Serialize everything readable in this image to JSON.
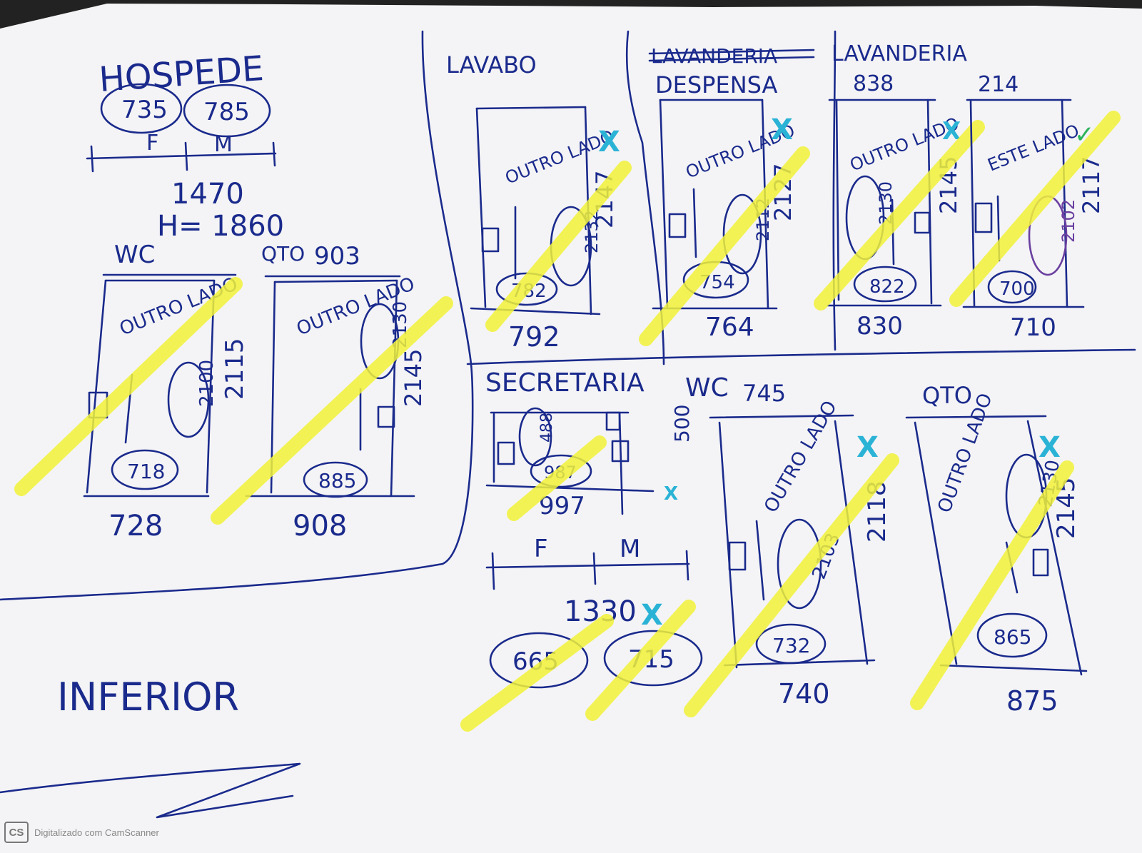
{
  "document": {
    "section_label": "INFERIOR",
    "watermark": {
      "logo": "CS",
      "text": "Digitalizado com CamScanner"
    },
    "colors": {
      "ink": "#1a2a8c",
      "highlight": "#f2f23a",
      "check_mark": "#2bb3d6",
      "purple_note": "#6a3fa0"
    },
    "groups": {
      "hospede": {
        "title": "HOSPEDE",
        "widths": [
          "735",
          "785"
        ],
        "sides": [
          "F",
          "M"
        ],
        "total": "1470",
        "height": "H= 1860"
      },
      "secretaria": {
        "title": "SECRETARIA"
      }
    },
    "doors": [
      {
        "label": "WC",
        "top": "",
        "bottom": "728",
        "side": "2115",
        "circled_width": "718",
        "circled_height": "2100",
        "note": "OUTRO LADO"
      },
      {
        "label": "QTO",
        "top": "903",
        "bottom": "908",
        "side": "2145",
        "circled_width": "885",
        "circled_height": "2130",
        "note": "OUTRO LADO"
      },
      {
        "label": "LAVABO",
        "top": "",
        "bottom": "792",
        "side": "2147",
        "circled_width": "782",
        "circled_height": "2132",
        "note": "OUTRO LADO",
        "mark": "X"
      },
      {
        "label": "DESPENSA",
        "crossed_label": "LAVANDERIA",
        "top": "",
        "bottom": "764",
        "side": "2127",
        "circled_width": "754",
        "circled_height": "2112",
        "note": "OUTRO LADO",
        "mark": "X"
      },
      {
        "label": "LAVANDERIA",
        "top": "838",
        "bottom": "830",
        "side": "2145",
        "circled_width": "822",
        "circled_height": "2130",
        "note": "OUTRO LADO",
        "mark": "X"
      },
      {
        "label": "",
        "top": "214",
        "bottom": "710",
        "side": "2117",
        "circled_width": "700",
        "circled_height": "2102",
        "note": "ESTE LADO",
        "mark": "✓"
      },
      {
        "label": "WC",
        "top": "745",
        "bottom": "740",
        "side": "2118",
        "circled_width": "732",
        "circled_height": "2103",
        "note": "OUTRO LADO",
        "mark": "X"
      },
      {
        "label": "QTO",
        "top": "",
        "bottom": "875",
        "side": "2145",
        "circled_width": "865",
        "circled_height": "2130",
        "note": "OUTRO LADO",
        "mark": "X"
      }
    ],
    "secretaria_window": {
      "circled_height": "488",
      "circled_width": "987",
      "bottom": "997",
      "side": "500",
      "mark": "X"
    },
    "secretaria_wc_pair": {
      "sides": [
        "F",
        "M"
      ],
      "total": "1330",
      "widths": [
        "665",
        "715"
      ],
      "mark": "X"
    }
  }
}
